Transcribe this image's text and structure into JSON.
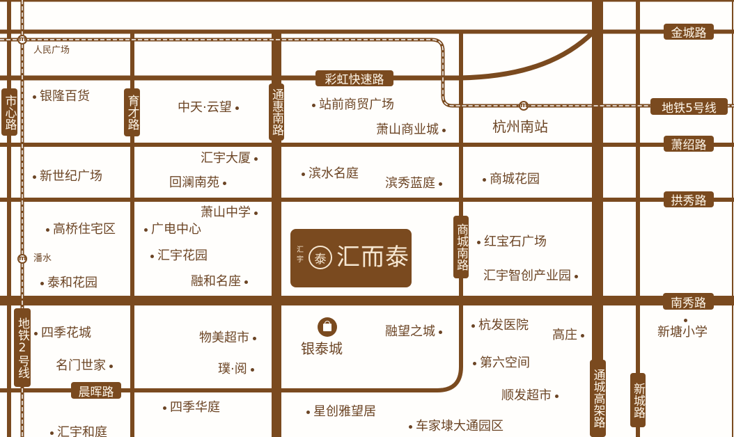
{
  "colors": {
    "road": "#7a4a1f",
    "text": "#6b4424",
    "tag_text": "#fff7ea"
  },
  "project": {
    "brand": "汇宇",
    "logo_glyph": "泰",
    "name": "汇而泰"
  },
  "roads": {
    "jincheng": "金城路",
    "metro5": "地铁5号线",
    "xiaoshao": "萧绍路",
    "gongxiu": "拱秀路",
    "nanxiu": "南秀路",
    "caihong": "彩虹快速路",
    "chenhui": "晨晖路",
    "shixin": "市心路",
    "yucai": "育才路",
    "tonghuinan": "通惠南路",
    "shangchengnan": "商城南路",
    "metro2": "地铁2号线",
    "tongcheng": "通城高架路",
    "xincheng": "新城路"
  },
  "stations": {
    "renmin": "人民广场",
    "panshui": "潘水",
    "hangzhou_south": "杭州南站",
    "icon": "m"
  },
  "landmarks": {
    "yintai": "银泰城"
  },
  "pois": {
    "yinlong": "银隆百货",
    "zhongtian": "中天·云望",
    "huiyu_tower": "汇宇大厦",
    "huilan": "回澜南苑",
    "xinshiji": "新世纪广场",
    "zhanqian": "站前商贸广场",
    "xiaoshan_mall": "萧山商业城",
    "binshui": "滨水名庭",
    "binxiu": "滨秀蓝庭",
    "shangcheng_garden": "商城花园",
    "xiaoshan_school": "萧山中学",
    "gaoqiao": "高桥住宅区",
    "guangdian": "广电中心",
    "huiyu_garden": "汇宇花园",
    "taihe": "泰和花园",
    "ronghe": "融和名座",
    "hongbaoshi": "红宝石广场",
    "huiyu_park": "汇宇智创产业园",
    "rongwang": "融望之城",
    "hangfa": "杭发医院",
    "gaozhuang": "高庄",
    "diliu": "第六空间",
    "shunfa": "顺发超市",
    "xintang": "新塘小学",
    "siji_city": "四季花城",
    "mingmen": "名门世家",
    "wumei": "物美超市",
    "puyue": "璞·阅",
    "siji_court": "四季华庭",
    "huiyu_heting": "汇宇和庭",
    "xingchuang": "星创雅望居",
    "chejiadai": "车家埭大通园区"
  }
}
